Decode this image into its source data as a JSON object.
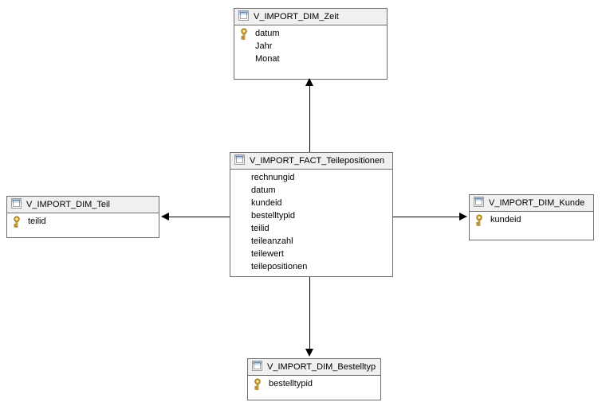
{
  "diagram": {
    "type": "database-diagram",
    "tables": [
      {
        "name": "V_IMPORT_DIM_Zeit",
        "header_icon": "view-grid-icon",
        "columns": [
          {
            "name": "datum",
            "key": true
          },
          {
            "name": "Jahr",
            "key": false
          },
          {
            "name": "Monat",
            "key": false
          }
        ]
      },
      {
        "name": "V_IMPORT_FACT_Teilepositionen",
        "header_icon": "view-grid-icon",
        "columns": [
          {
            "name": "rechnungid",
            "key": false
          },
          {
            "name": "datum",
            "key": false
          },
          {
            "name": "kundeid",
            "key": false
          },
          {
            "name": "bestelltypid",
            "key": false
          },
          {
            "name": "teilid",
            "key": false
          },
          {
            "name": "teileanzahl",
            "key": false
          },
          {
            "name": "teilewert",
            "key": false
          },
          {
            "name": "teilepositionen",
            "key": false
          }
        ]
      },
      {
        "name": "V_IMPORT_DIM_Teil",
        "header_icon": "view-grid-icon",
        "columns": [
          {
            "name": "teilid",
            "key": true
          }
        ]
      },
      {
        "name": "V_IMPORT_DIM_Kunde",
        "header_icon": "view-grid-icon",
        "columns": [
          {
            "name": "kundeid",
            "key": true
          }
        ]
      },
      {
        "name": "V_IMPORT_DIM_Bestelltyp",
        "header_icon": "view-grid-icon",
        "columns": [
          {
            "name": "bestelltypid",
            "key": true
          }
        ]
      }
    ],
    "relationships": [
      {
        "from": "V_IMPORT_FACT_Teilepositionen",
        "to": "V_IMPORT_DIM_Zeit",
        "direction": "up"
      },
      {
        "from": "V_IMPORT_FACT_Teilepositionen",
        "to": "V_IMPORT_DIM_Teil",
        "direction": "left"
      },
      {
        "from": "V_IMPORT_FACT_Teilepositionen",
        "to": "V_IMPORT_DIM_Kunde",
        "direction": "right"
      },
      {
        "from": "V_IMPORT_FACT_Teilepositionen",
        "to": "V_IMPORT_DIM_Bestelltyp",
        "direction": "down"
      }
    ],
    "colors": {
      "background": "#ffffff",
      "table_border": "#6d6d6d",
      "header_background": "#f0f0f0",
      "arrow": "#000000",
      "key_gold": "#d4a017",
      "icon_blue": "#a8c4e5"
    }
  }
}
